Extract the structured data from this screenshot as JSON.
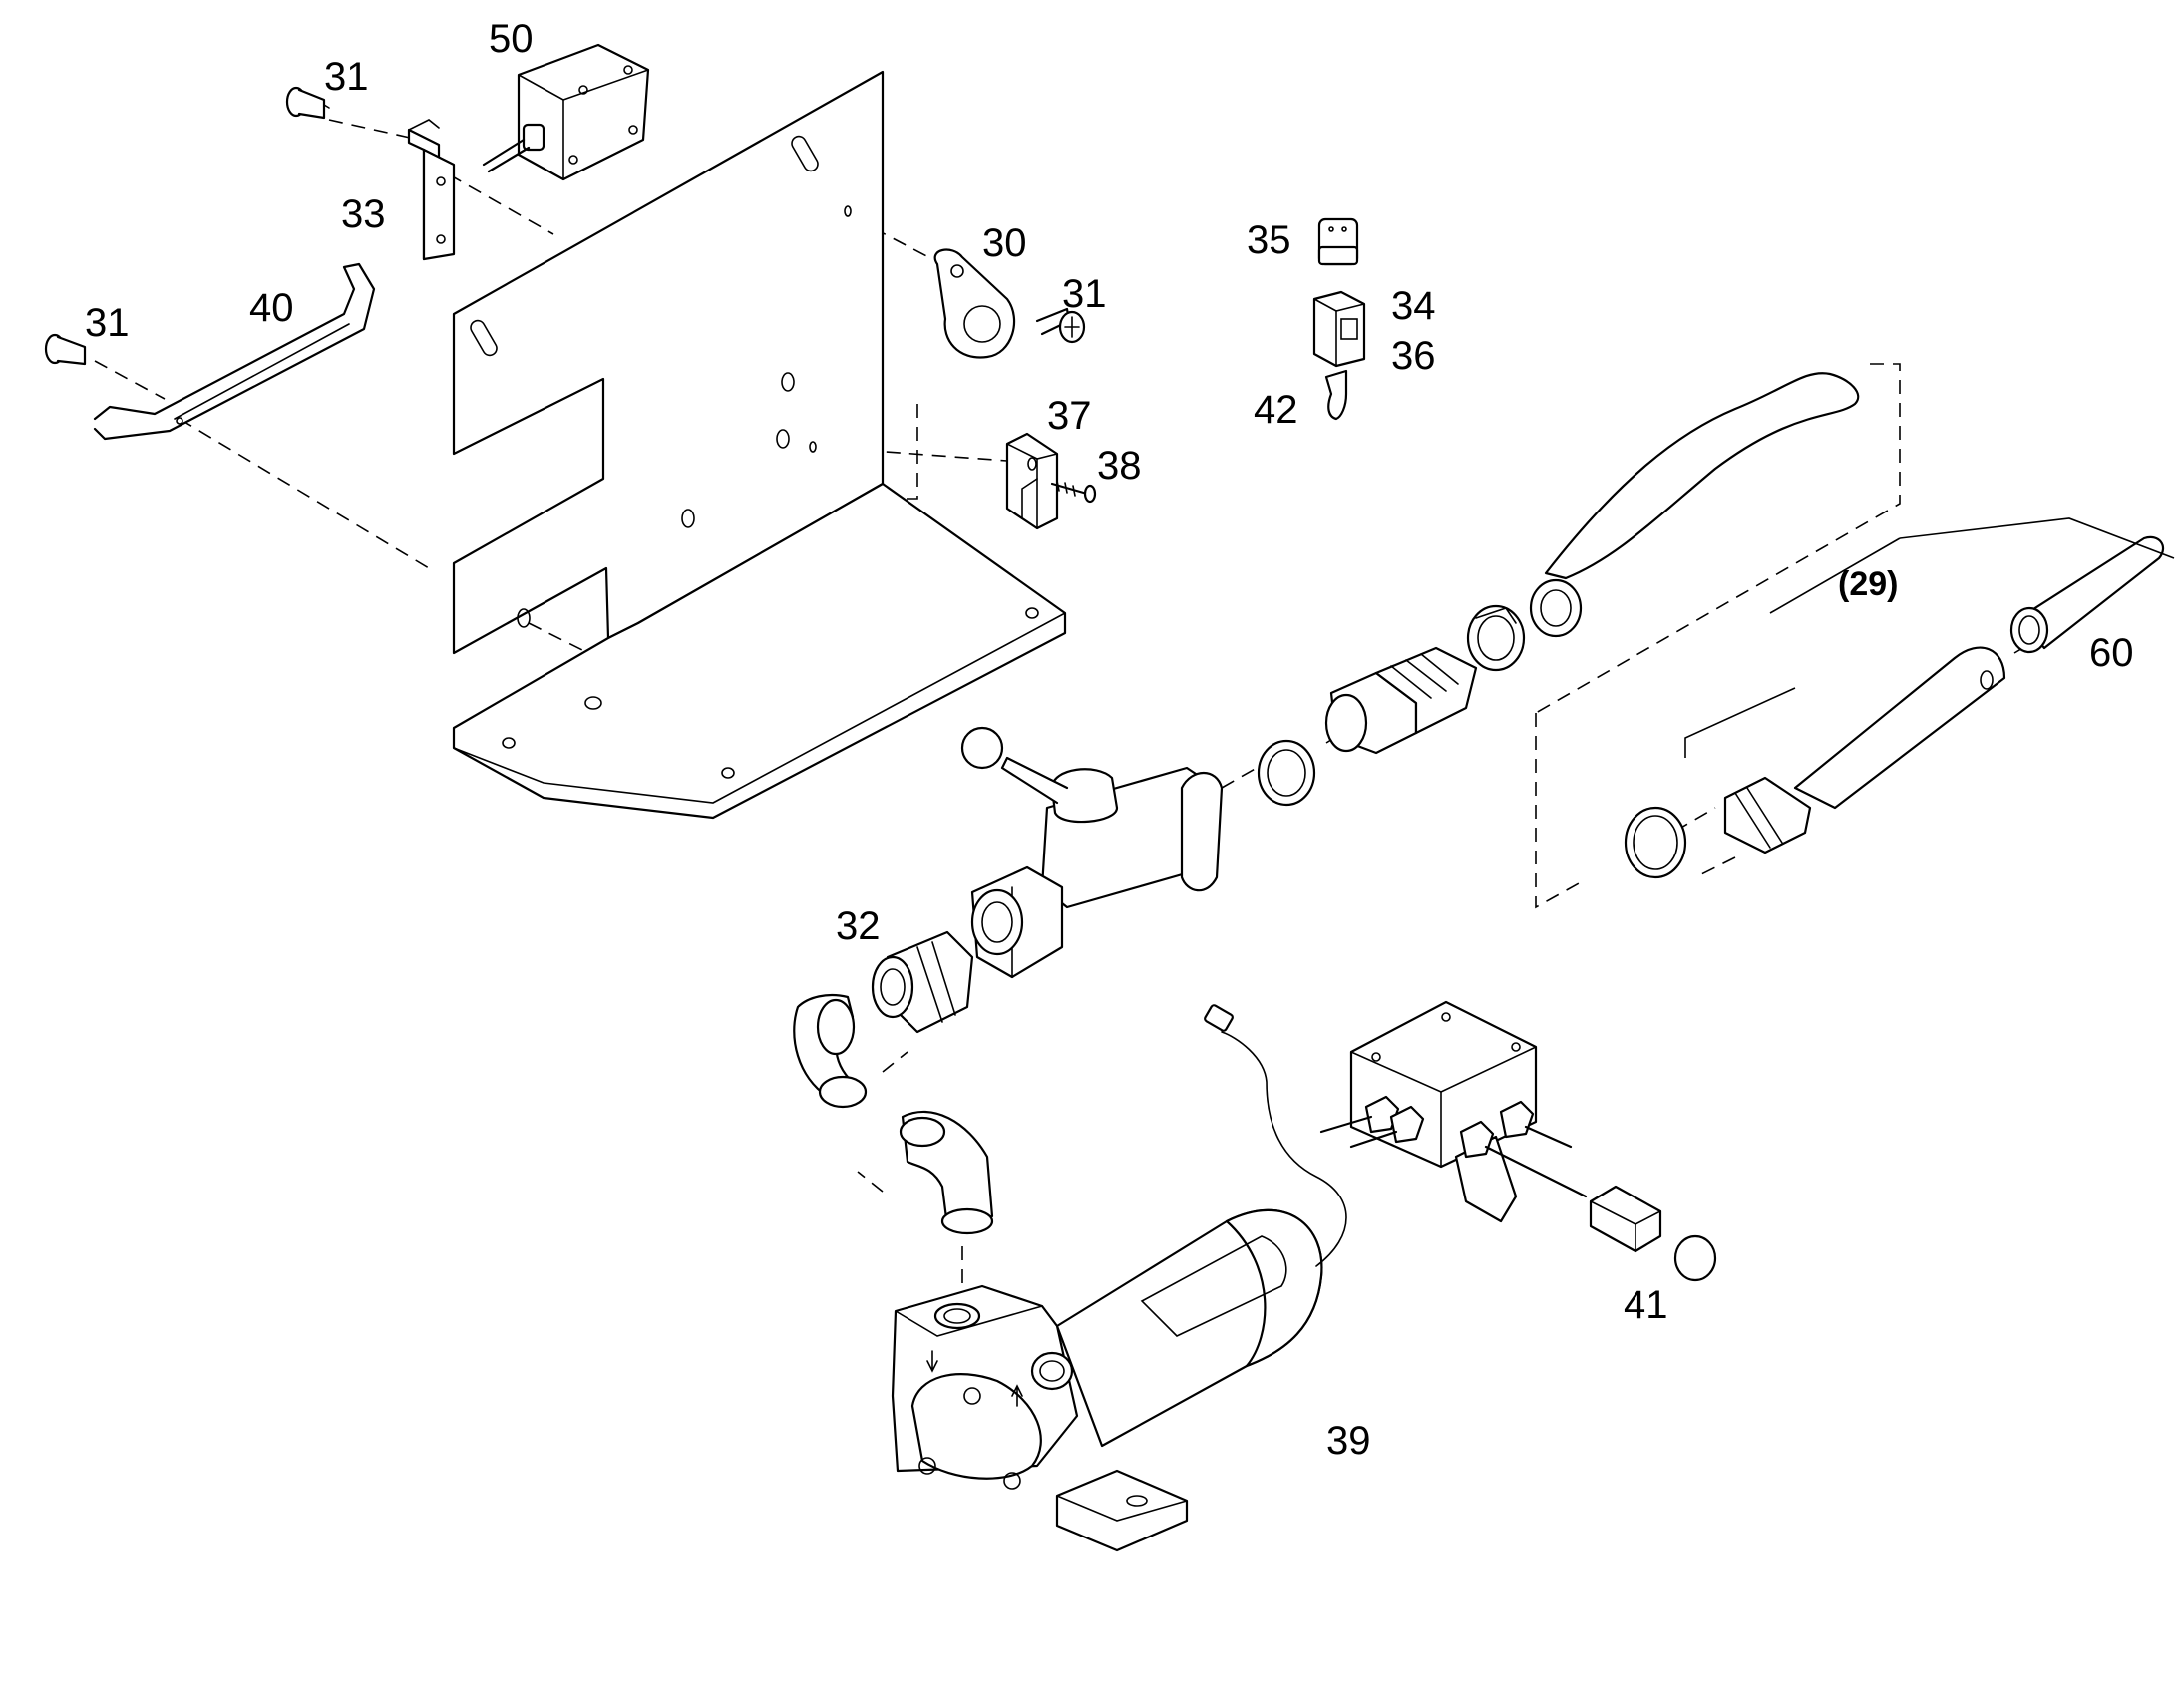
{
  "callouts": {
    "c50": "50",
    "c31a": "31",
    "c33": "33",
    "c31b": "31",
    "c40": "40",
    "c30": "30",
    "c31c": "31",
    "c37": "37",
    "c38": "38",
    "c35": "35",
    "c34": "34",
    "c36": "36",
    "c42": "42",
    "c29": "(29)",
    "c60": "60",
    "c32": "32",
    "c41": "41",
    "c39": "39"
  },
  "colors": {
    "line": "#000000",
    "background": "#ffffff"
  }
}
